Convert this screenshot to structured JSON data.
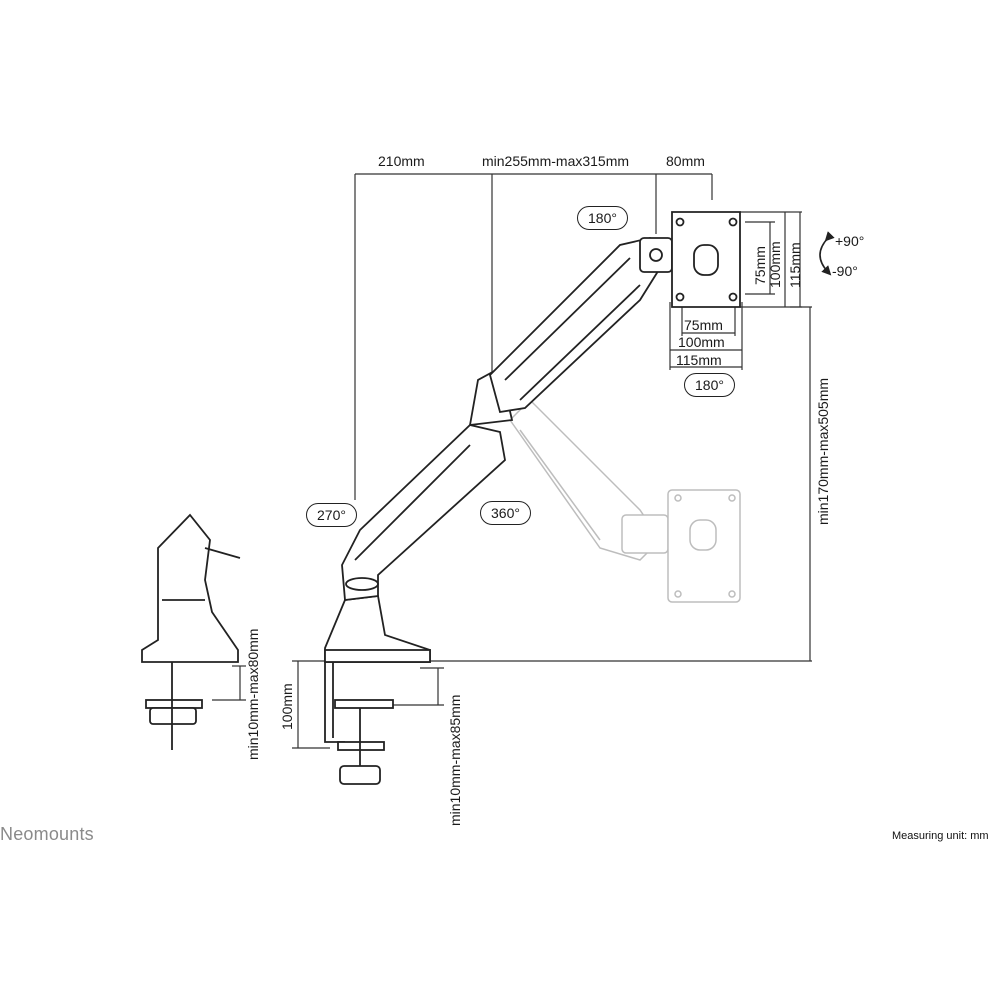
{
  "brand": "Neomounts",
  "measuring_unit": "Measuring unit: mm",
  "dimensions": {
    "top_offset": "210mm",
    "arm_reach": "min255mm-max315mm",
    "head_depth": "80mm",
    "height_range": "min170mm-max505mm",
    "clamp_height": "100mm",
    "clamp_desk_thickness": "min10mm-max85mm",
    "grommet_desk_thickness": "min10mm-max80mm"
  },
  "vesa": {
    "h75": "75mm",
    "h100": "100mm",
    "h115": "115mm",
    "v75": "75mm",
    "v100": "100mm",
    "v115": "115mm"
  },
  "rotations": {
    "swivel_head_top": "180°",
    "swivel_head_bottom": "180°",
    "base_rotation": "270°",
    "arm_rotation": "360°",
    "tilt_up": "+90°",
    "tilt_down": "-90°"
  }
}
